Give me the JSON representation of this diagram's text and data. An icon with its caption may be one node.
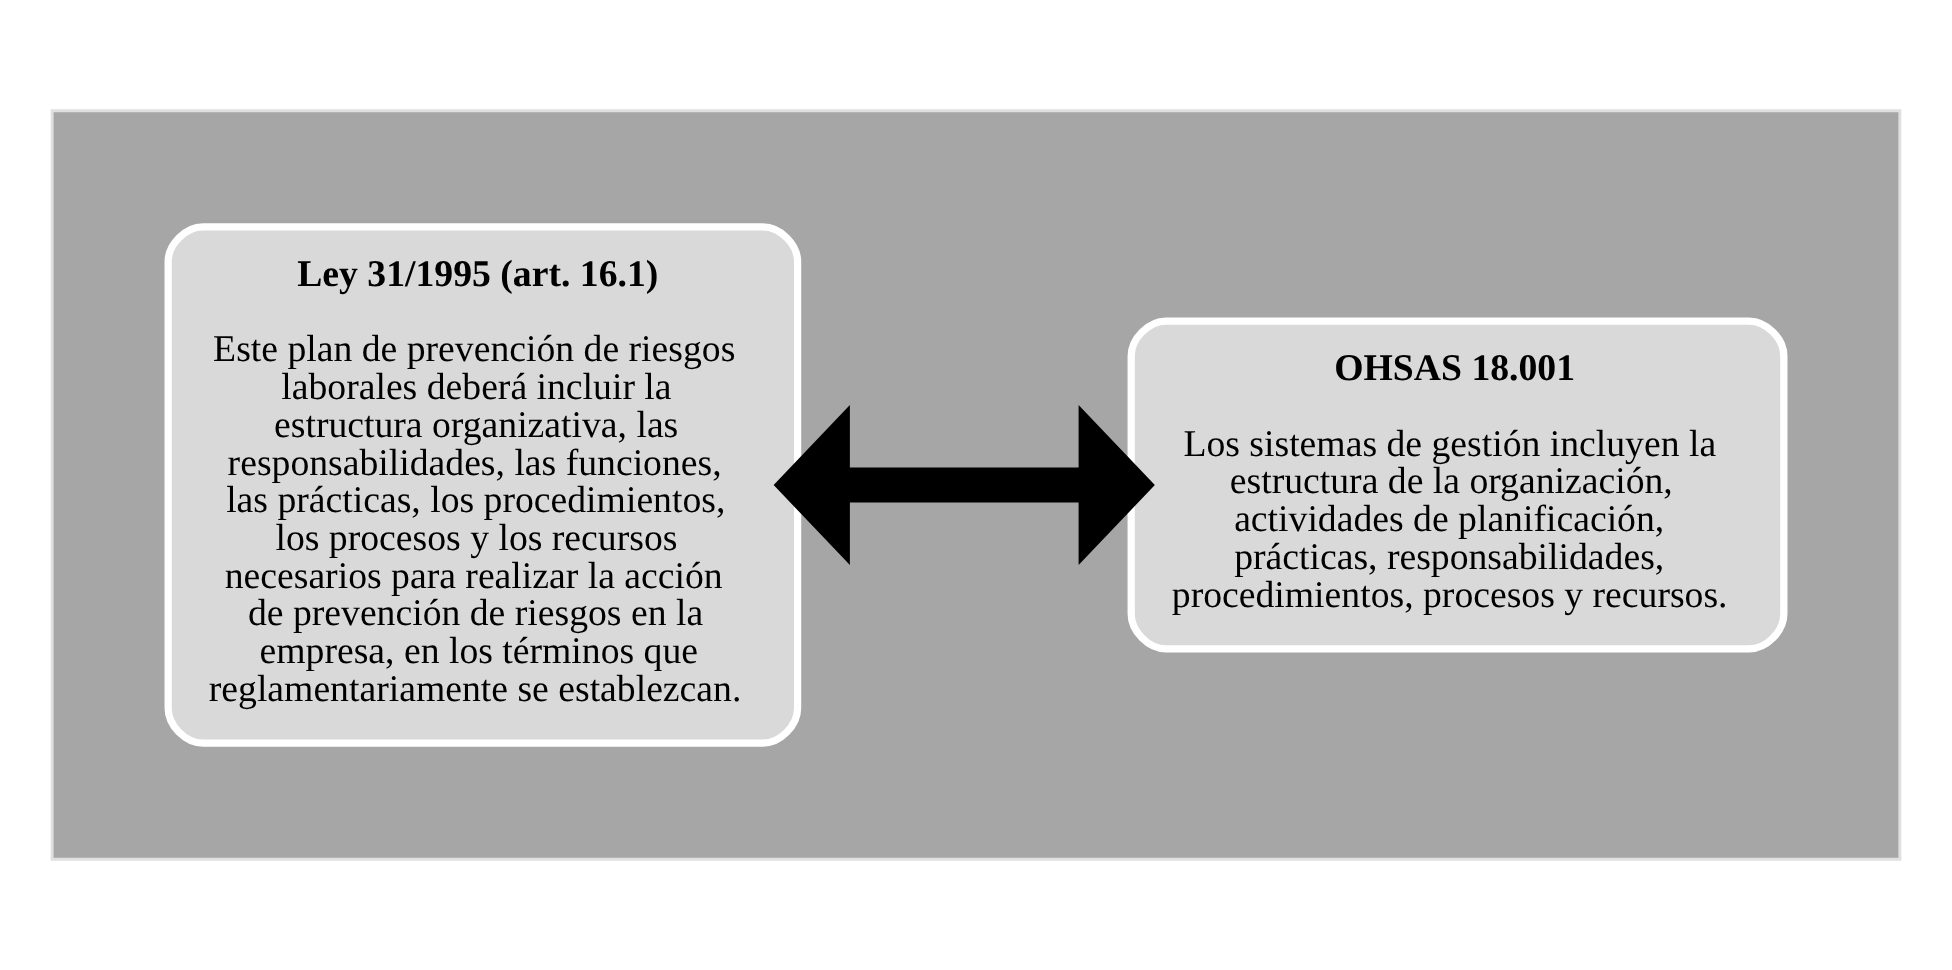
{
  "diagram": {
    "nodes": [
      {
        "text": [],
        "shape": "box"
      },
      {
        "text": [
          "Ley 31/1995 (art. 16.1)",
          "Este plan de prevención de riesgos laborales deberá incluir la estructura organizativa, las responsabilidades, las funciones, las prácticas, los procedimientos, los procesos y los recursos necesarios para realizar la acción de prevención de riesgos en la empresa, en los términos que reglamentariamente se establezcan."
        ],
        "in": 0
      },
      {
        "text": [
          "OHSAS 18.001",
          "Los sistemas de gestión incluyen la estructura de la organización, actividades de planificación, prácticas, responsabilidades, procedimientos, procesos y recursos."
        ],
        "in": 0
      }
    ],
    "edges": [
      {
        "from": 1,
        "to": 2,
        "arrow": "both"
      }
    ]
  }
}
